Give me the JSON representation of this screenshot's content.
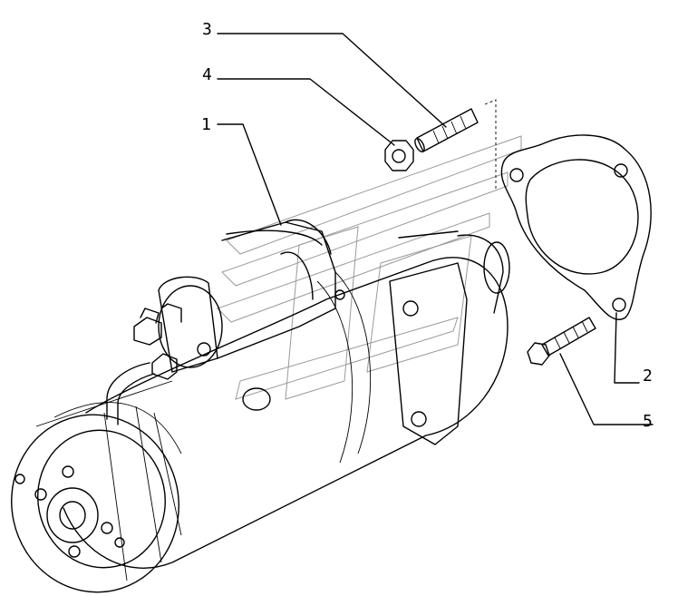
{
  "callouts": [
    {
      "id": "starter-motor",
      "number": "1"
    },
    {
      "id": "gasket",
      "number": "2"
    },
    {
      "id": "stud",
      "number": "3"
    },
    {
      "id": "nut",
      "number": "4"
    },
    {
      "id": "bolt",
      "number": "5"
    }
  ],
  "colors": {
    "line": "#000000",
    "watermark": "#9a9a9a",
    "background": "#ffffff"
  }
}
